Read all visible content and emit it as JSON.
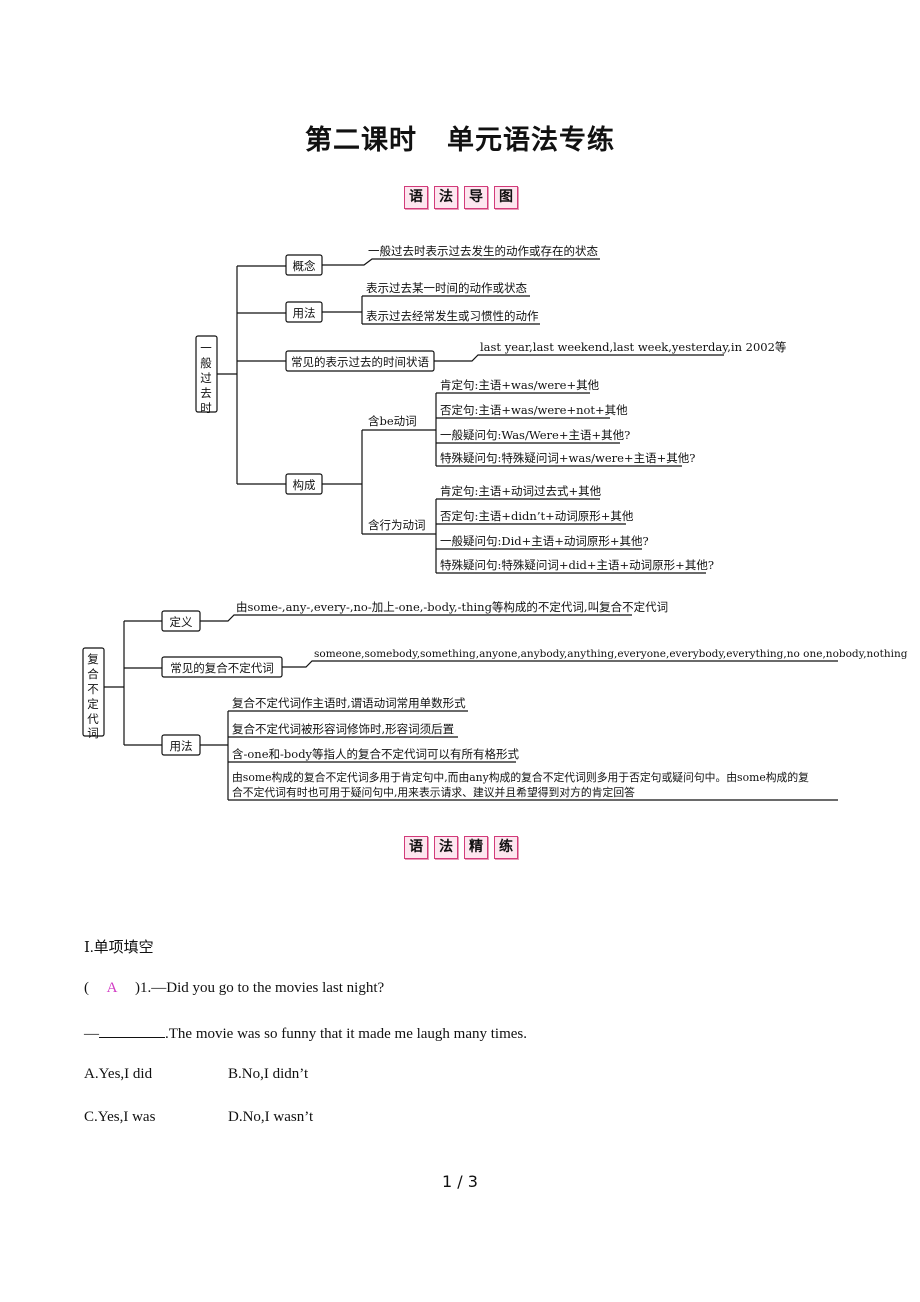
{
  "page_title": {
    "left": "第二课时",
    "right": "单元语法专练"
  },
  "header1": [
    "语",
    "法",
    "导",
    "图"
  ],
  "header2": [
    "语",
    "法",
    "精",
    "练"
  ],
  "map1": {
    "root": [
      "一",
      "般",
      "过",
      "去",
      "时"
    ],
    "concept": {
      "label": "概念",
      "text": "一般过去时表示过去发生的动作或存在的状态"
    },
    "usage": {
      "label": "用法",
      "items": [
        "表示过去某一时间的动作或状态",
        "表示过去经常发生或习惯性的动作"
      ]
    },
    "time": {
      "label": "常见的表示过去的时间状语",
      "text": "last year,last weekend,last week,yesterday,in 2002等"
    },
    "structure": {
      "label": "构成",
      "be": {
        "label": "含be动词",
        "items": [
          "肯定句:主语+was/were+其他",
          "否定句:主语+was/were+not+其他",
          "一般疑问句:Was/Were+主语+其他?",
          "特殊疑问句:特殊疑问词+was/were+主语+其他?"
        ]
      },
      "verb": {
        "label": "含行为动词",
        "items": [
          "肯定句:主语+动词过去式+其他",
          "否定句:主语+didn’t+动词原形+其他",
          "一般疑问句:Did+主语+动词原形+其他?",
          "特殊疑问句:特殊疑问词+did+主语+动词原形+其他?"
        ]
      }
    }
  },
  "map2": {
    "root": [
      "复",
      "合",
      "不",
      "定",
      "代",
      "词"
    ],
    "definition": {
      "label": "定义",
      "text": "由some-,any-,every-,no-加上-one,-body,-thing等构成的不定代词,叫复合不定代词"
    },
    "common": {
      "label": "常见的复合不定代词",
      "text": "someone,somebody,something,anyone,anybody,anything,everyone,everybody,everything,no one,nobody,nothing"
    },
    "usage": {
      "label": "用法",
      "items": [
        "复合不定代词作主语时,谓语动词常用单数形式",
        "复合不定代词被形容词修饰时,形容词须后置",
        "含-one和-body等指人的复合不定代词可以有所有格形式",
        "由some构成的复合不定代词多用于肯定句中,而由any构成的复合不定代词则多用于否定句或疑问句中。由some构成的复",
        "合不定代词有时也可用于疑问句中,用来表示请求、建议并且希望得到对方的肯定回答"
      ]
    }
  },
  "exercise": {
    "section": "Ⅰ.单项填空",
    "q1": {
      "answer": "A",
      "question": ")1.—Did you go to the movies last night?",
      "line2": ".The movie was so funny that it made me laugh many times.",
      "options": [
        "A.Yes,I did",
        "B.No,I didn’t",
        "C.Yes,I was",
        "D.No,I wasn’t"
      ]
    }
  },
  "page_number": "1 / 3"
}
